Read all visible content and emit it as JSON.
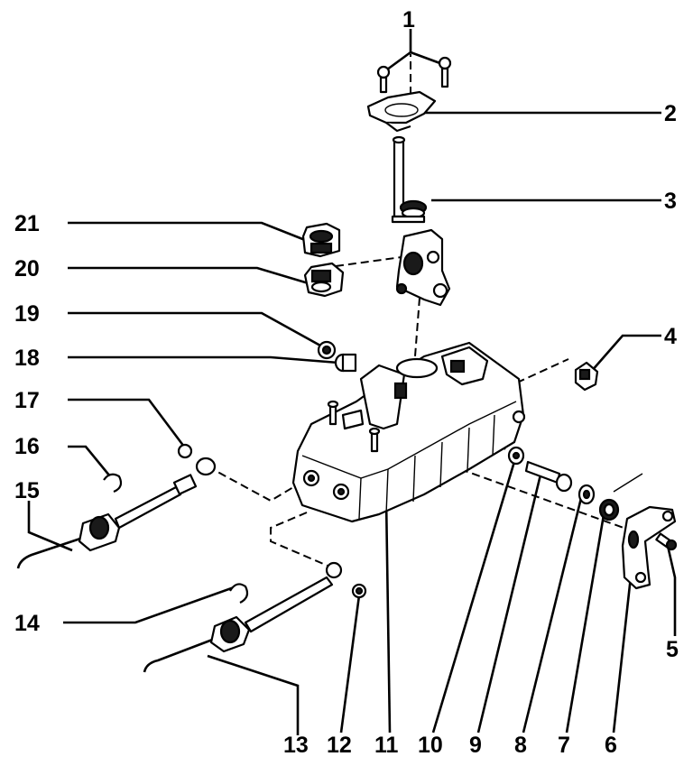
{
  "diagram": {
    "callouts": [
      {
        "id": "1",
        "text": "1"
      },
      {
        "id": "2",
        "text": "2"
      },
      {
        "id": "3",
        "text": "3"
      },
      {
        "id": "4",
        "text": "4"
      },
      {
        "id": "5",
        "text": "5"
      },
      {
        "id": "6",
        "text": "6"
      },
      {
        "id": "7",
        "text": "7"
      },
      {
        "id": "8",
        "text": "8"
      },
      {
        "id": "9",
        "text": "9"
      },
      {
        "id": "10",
        "text": "10"
      },
      {
        "id": "11",
        "text": "11"
      },
      {
        "id": "12",
        "text": "12"
      },
      {
        "id": "13",
        "text": "13"
      },
      {
        "id": "14",
        "text": "14"
      },
      {
        "id": "15",
        "text": "15"
      },
      {
        "id": "16",
        "text": "16"
      },
      {
        "id": "17",
        "text": "17"
      },
      {
        "id": "18",
        "text": "18"
      },
      {
        "id": "19",
        "text": "19"
      },
      {
        "id": "20",
        "text": "20"
      },
      {
        "id": "21",
        "text": "21"
      }
    ],
    "colors": {
      "ink": "#000000",
      "paper": "#ffffff"
    }
  }
}
